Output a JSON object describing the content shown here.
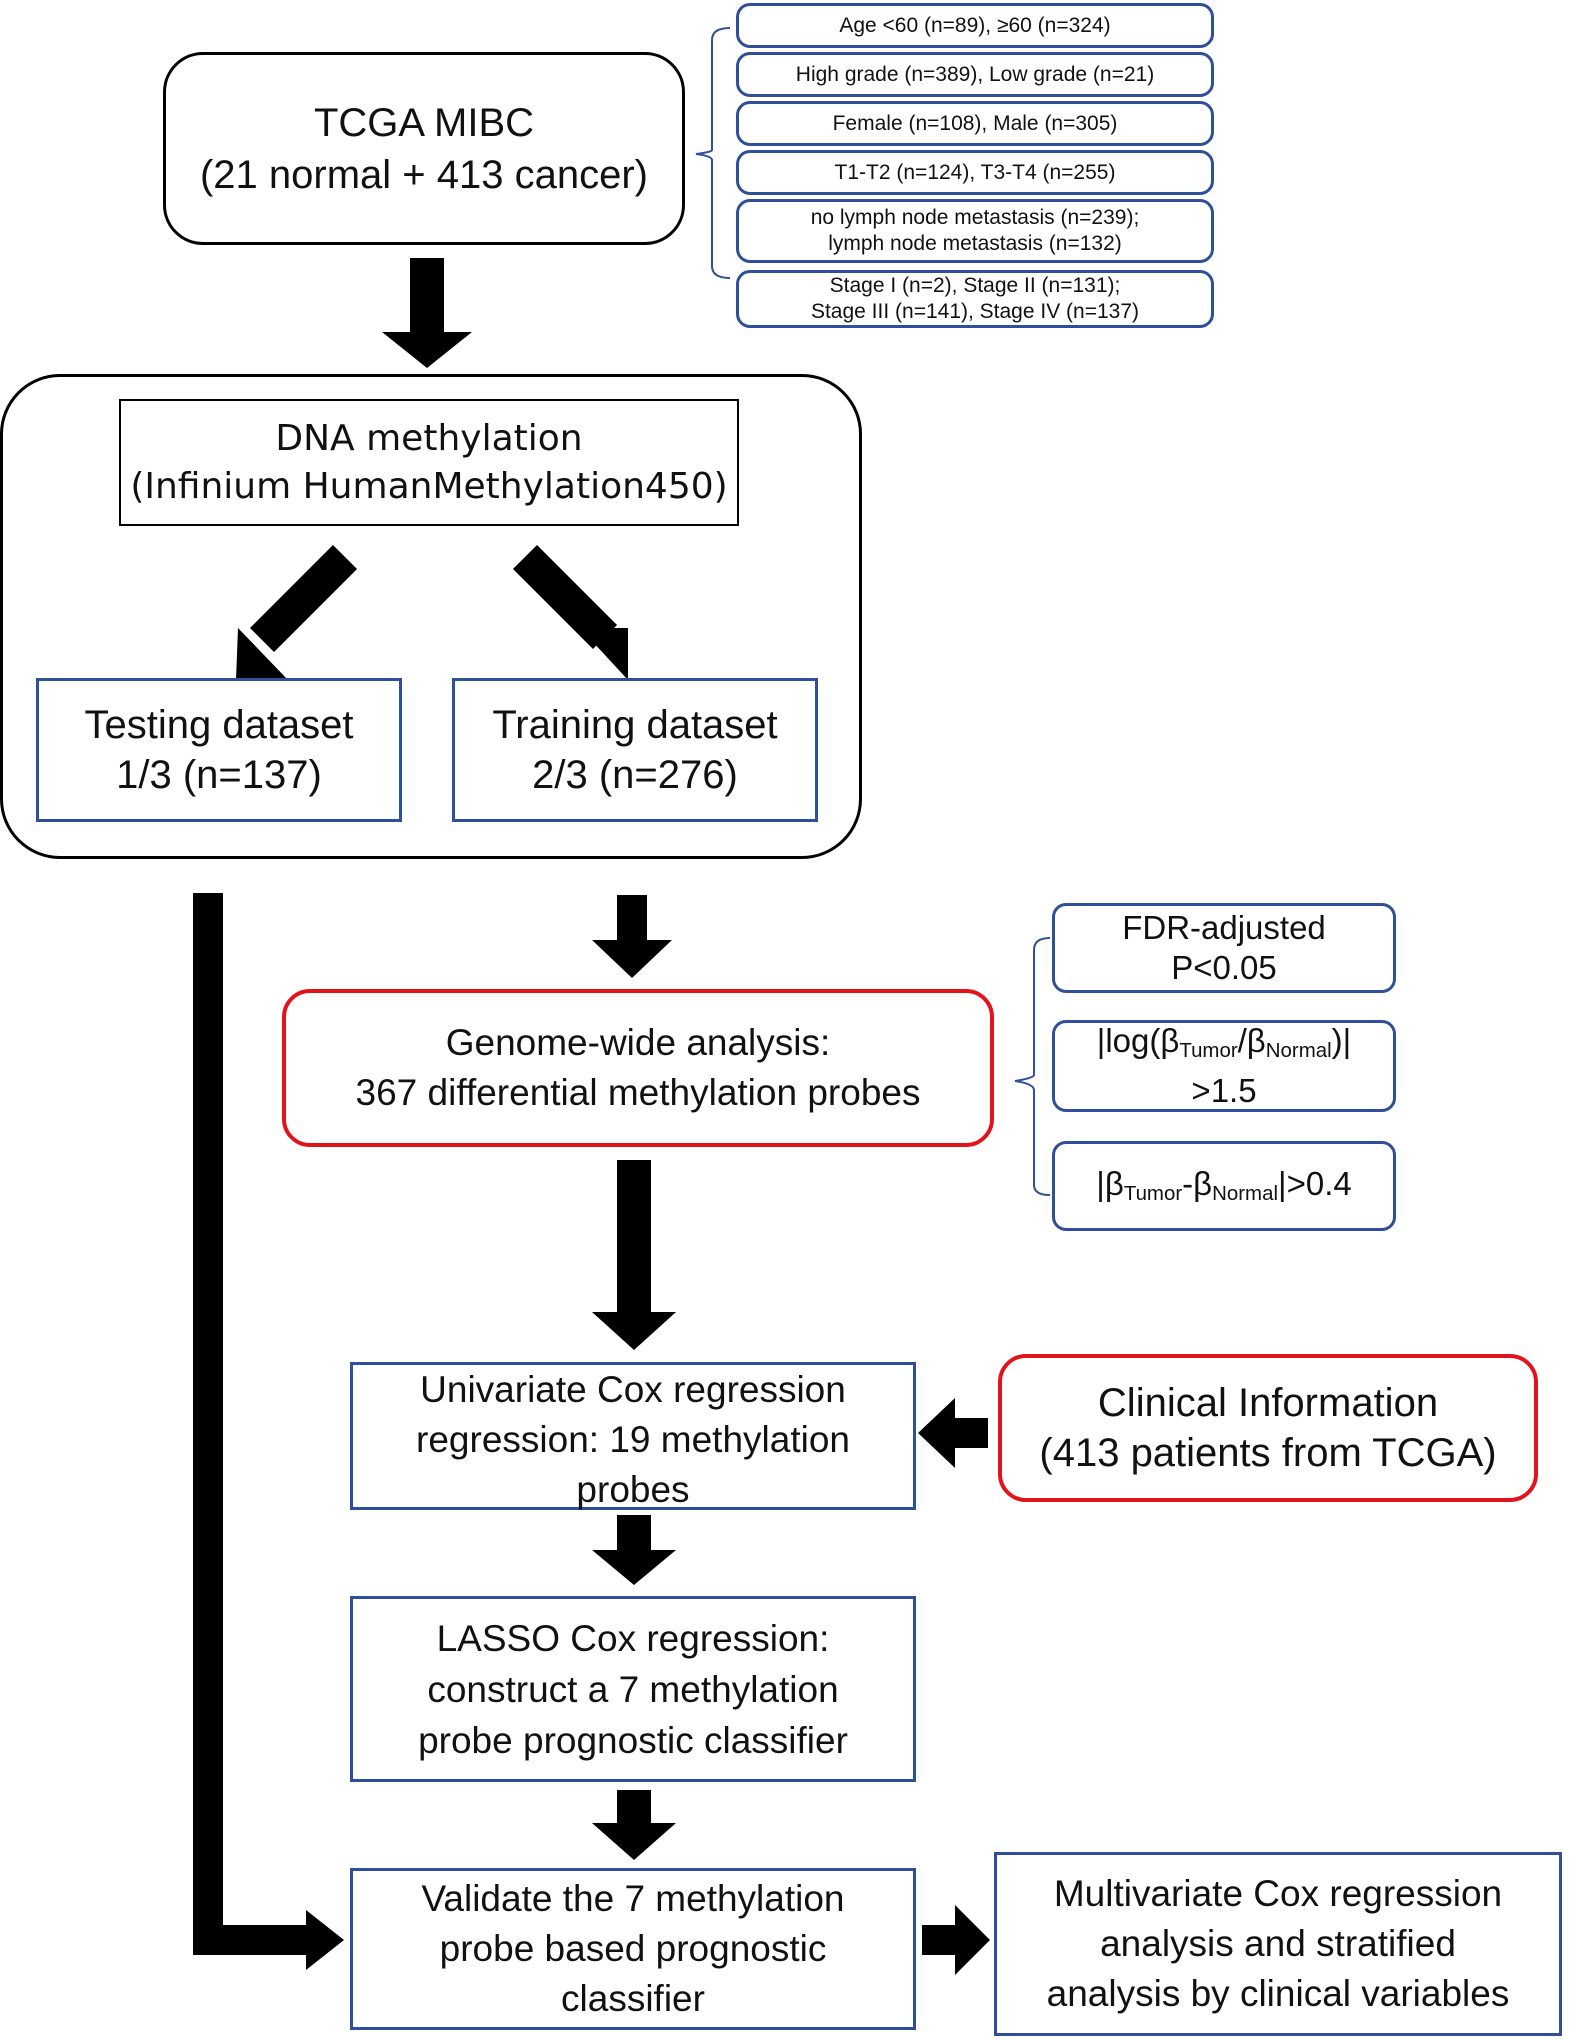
{
  "tcga": {
    "title": "TCGA MIBC",
    "subtitle": "(21 normal + 413 cancer)"
  },
  "clinical_groups": [
    [
      "Age <60 (n=89), ≥60 (n=324)"
    ],
    [
      "High grade (n=389), Low grade (n=21)"
    ],
    [
      "Female (n=108), Male (n=305)"
    ],
    [
      "T1-T2 (n=124), T3-T4 (n=255)"
    ],
    [
      "no lymph node metastasis (n=239);",
      "lymph node metastasis (n=132)"
    ],
    [
      "Stage I (n=2), Stage II (n=131);",
      "Stage III (n=141), Stage IV (n=137)"
    ]
  ],
  "dna_methylation": {
    "line1": "DNA methylation",
    "line2": "(Infinium HumanMethylation450)"
  },
  "testing": {
    "line1": "Testing dataset",
    "line2": "1/3 (n=137)"
  },
  "training": {
    "line1": "Training dataset",
    "line2": "2/3 (n=276)"
  },
  "genome_wide": {
    "line1": "Genome-wide analysis:",
    "line2": "367 differential methylation probes"
  },
  "criteria": {
    "fdr": {
      "line1": "FDR-adjusted",
      "line2": "P<0.05"
    },
    "log_ratio": {
      "prefix": "|log(β",
      "sub1": "Tumor",
      "mid": "/β",
      "sub2": "Normal",
      "suffix": ")|",
      "line2": ">1.5"
    },
    "difference": {
      "prefix": "|β",
      "sub1": "Tumor",
      "mid": "-β",
      "sub2": "Normal",
      "suffix": "|>0.4"
    }
  },
  "univariate": {
    "line1": "Univariate Cox regression",
    "line2": "regression: 19 methylation",
    "line3": "probes"
  },
  "clinical_info": {
    "line1": "Clinical Information",
    "line2": "(413 patients from TCGA)"
  },
  "lasso": {
    "line1": "LASSO Cox regression:",
    "line2": "construct a 7 methylation",
    "line3": "probe prognostic classifier"
  },
  "validate": {
    "line1": "Validate the 7 methylation",
    "line2": "probe based prognostic",
    "line3": "classifier"
  },
  "multivariate": {
    "line1": "Multivariate Cox regression",
    "line2": "analysis and stratified",
    "line3": "analysis by clinical variables"
  }
}
